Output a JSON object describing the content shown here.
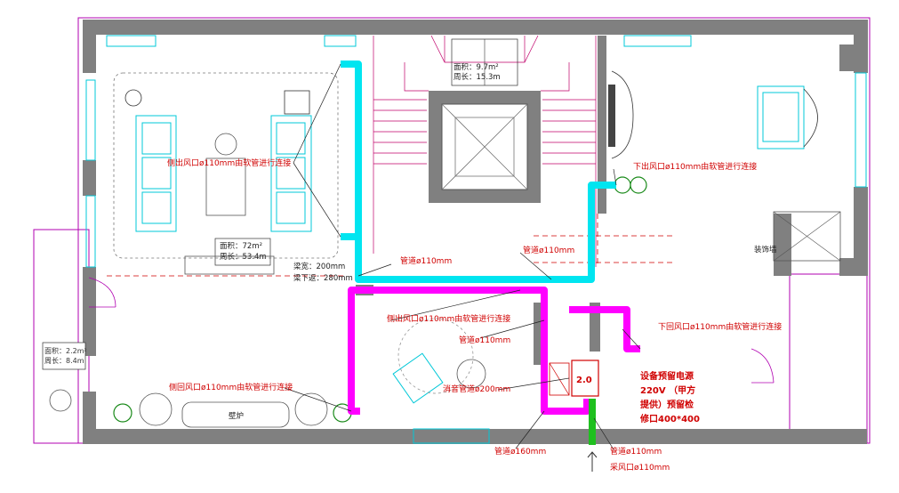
{
  "labels": {
    "side_outlet_top": "侧出风口ø110mm由软管进行连接",
    "down_outlet": "下出风口ø110mm由软管进行连接",
    "pipe_110_a": "管道ø110mm",
    "pipe_110_b": "管道ø110mm",
    "beam_width": "梁宽：200mm",
    "beam_below": "梁下返：280mm",
    "side_outlet_mid": "侧出风口ø110mm由软管进行连接",
    "down_return": "下回风口ø110mm由软管进行连接",
    "pipe_110_c": "管道ø110mm",
    "side_return": "侧回风口ø110mm由软管进行连接",
    "silencer": "消音管道ø200mm",
    "equip_line1": "设备预留电源",
    "equip_line2": "220V （甲方",
    "equip_line3": "提供）预留检",
    "equip_line4": "修口400*400",
    "pipe_160": "管道ø160mm",
    "pipe_110_d": "管道ø110mm",
    "fresh_inlet": "采风口ø110mm",
    "fireplace": "壁炉",
    "room_area_1": "面积：72m²",
    "room_perim_1": "周长：53.4m",
    "room_area_2": "面积：9.7m²",
    "room_perim_2": "周长：15.3m",
    "room_area_3": "面积：2.2m²",
    "room_perim_3": "周长：8.4m",
    "side_mark": "装饰墙",
    "unit_value": "2.0"
  },
  "colors": {
    "wall": "#808080",
    "cyan_duct": "#00e5f0",
    "magenta_duct": "#ff00ff",
    "green_duct": "#1fc01f",
    "label_red": "#d00000",
    "outline_magenta": "#b000b0",
    "furniture_cyan": "#00c8d8"
  }
}
